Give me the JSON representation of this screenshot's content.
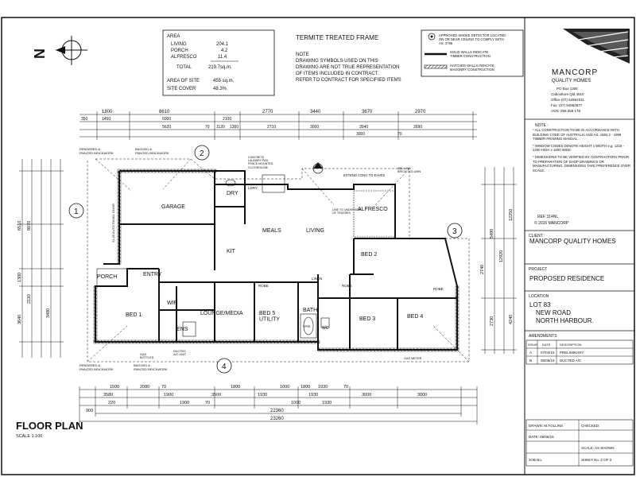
{
  "area": {
    "heading": "AREA",
    "rows": [
      {
        "label": "LIVING",
        "value": "204.1"
      },
      {
        "label": "PORCH",
        "value": "4.2"
      },
      {
        "label": "ALFRESCO",
        "value": "11.4"
      }
    ],
    "total_label": "TOTAL",
    "total_value": "219.7sq.m.",
    "site_area_label": "AREA OF SITE",
    "site_area_value": "455 sq.m.",
    "site_cover_label": "SITE COVER",
    "site_cover_value": "48.3%"
  },
  "notes": {
    "title": "TERMITE TREATED FRAME",
    "heading": "NOTE",
    "lines": [
      "DRAWING SYMBOLS USED ON THIS",
      "DRAWING ARE NOT TRUE REPRESENTATION",
      "OF ITEMS INCLUDED IN CONTRACT.",
      "REFER TO CONTRACT FOR SPECIFIED ITEMS"
    ]
  },
  "legend": {
    "smoke": [
      "APPROVED SMOKE DETECTOR LOCATED",
      "ON OR NEAR CEILING TO COMPLY WITH",
      "AS. 3786"
    ],
    "solid": [
      "SOLID WALLS INDICATE",
      "TIMBER CONSTRUCTION"
    ],
    "hatched": [
      "HATCHED WALLS INDICATE",
      "MASONRY CONSTRUCTION"
    ]
  },
  "company": {
    "name": "MANCORP",
    "tagline": "QUALITY HOMES",
    "address": [
      "PO Box 1305",
      "Caboolture Qld 4510",
      "Office (07) 54952011",
      "Fax: (07) 54952877",
      "ACN: 065 355 178"
    ]
  },
  "general_notes": {
    "heading": "NOTE :",
    "items": [
      "* ALL CONSTRUCTION TO BE IN ACCORDANCE WITH BUILDING CODE OF AUSTRALIA AND AS. 1684.2 - 1999 TIMBER FRAMING MANUAL.",
      "* WINDOW CODES DENOTE HEIGHT x WIDTH e.g. 1218 - 1200 HIGH x 1800 WIDE.",
      "* DIMENSIONS TO BE VERIFIED BY CONTRACTORS PRIOR TO PREPARATION OF SHOP DRAWINGS OR MANUFACTURING. DIMENSIONS TAKE PREFERENCE OVER SCALE."
    ]
  },
  "ref": {
    "line1": "REF   314NL",
    "line2": "© 2015 MANCORP"
  },
  "client": {
    "label": "CLIENT",
    "value": "MANCORP QUALITY HOMES"
  },
  "project": {
    "label": "PROJECT",
    "value": "PROPOSED RESIDENCE"
  },
  "location": {
    "label": "LOCATION",
    "lines": [
      "LOT 83",
      "NEW ROAD",
      "NORTH HARBOUR."
    ]
  },
  "amendments": {
    "label": "AMENDMENTS",
    "headers": [
      "ISSUE",
      "DATE",
      "DESCRIPTION"
    ],
    "rows": [
      {
        "issue": "A",
        "date": "07/04/15",
        "desc": "PRELIMINARY"
      },
      {
        "issue": "B",
        "date": "05/06/15",
        "desc": "DUCTED A/C"
      }
    ]
  },
  "footer_block": {
    "drawn": "DRAWN:  M.FOLLINS",
    "checked": "CHECKED:",
    "date": "DATE:  05/06/15",
    "scale": "SCALE:  AS SHOWN",
    "job": "JOB No.",
    "sheet": "SHEET No.  2  OF  3"
  },
  "plan_title": {
    "title": "FLOOR PLAN",
    "scale": "SCALE 1:100"
  },
  "rooms": {
    "garage": "GARAGE",
    "dry": "DRY",
    "meals": "MEALS",
    "living": "LIVING",
    "alfresco": "ALFRESCO",
    "kit": "KIT",
    "porch": "PORCH",
    "entry": "ENTRY",
    "wir": "WIR",
    "bed1": "BED 1",
    "ens": "ENS",
    "lounge": "LOUNGE/MEDIA",
    "bed5": "BED 5\nUTILITY",
    "bath": "BATH",
    "bed2": "BED 2",
    "bed3": "BED 3",
    "bed4": "BED 4",
    "linen": "LINEN",
    "robe": "ROBE",
    "wc": "WC",
    "van": "VAN",
    "ldry": "LDRY"
  },
  "grid_markers": [
    "1",
    "2",
    "3",
    "4"
  ],
  "top_dims_row1": [
    "1800",
    "8610",
    "2770",
    "3440",
    "3670",
    "2970"
  ],
  "top_dims_row2": [
    "350",
    "1450",
    "6000",
    "2100",
    "3000",
    "3540",
    "2690"
  ],
  "top_dims_row3": [
    "5620",
    "70",
    "1120",
    "1300",
    "2710",
    "3000",
    "70"
  ],
  "bottom_dims_row1": [
    "1500",
    "2080",
    "70",
    "1800",
    "1000",
    "1800",
    "1930",
    "70"
  ],
  "bottom_dims_row2": [
    "3580",
    "1900",
    "3500",
    "1930",
    "1930",
    "3000",
    "3000"
  ],
  "bottom_dims_row3": [
    "900",
    "220",
    "1900",
    "70",
    "1000",
    "1930"
  ],
  "bottom_total_inner": "22360",
  "bottom_total_outer": "23260",
  "left_dims": [
    "6510",
    "8070",
    "3480",
    "1300",
    "3640",
    "2110"
  ],
  "right_dims": [
    "12250",
    "12920",
    "5490",
    "4240",
    "2740",
    "2730"
  ],
  "annotations": {
    "rendered_top": "RENDERED &\nPAINTED BRICKWORK",
    "bagged_top": "BAGGED &\nPAINTED BRICKWORK",
    "concrete": "CONCRETE\nLAUNDRY PAD\nFENCE MOUNTED\nCLOTHESLINE",
    "extend": "EXTEND CONC TO EAVES",
    "brick_col": "350 x 350\nBRICK COLUMN",
    "rendered_bot": "RENDERED &\nPAINTED BRICKWORK",
    "bagged_bot": "BAGGED &\nPAINTED BRICKWORK",
    "gas": "GAS\nBOTTLES",
    "ducted": "DUCTED\nA/C UNIT",
    "gas_meter": "GAS METER",
    "auto_panel": "21.49 AUTO PANEL DOOR",
    "lining": "LINE TO UNDERSIDE\nOF TRUSSES"
  }
}
